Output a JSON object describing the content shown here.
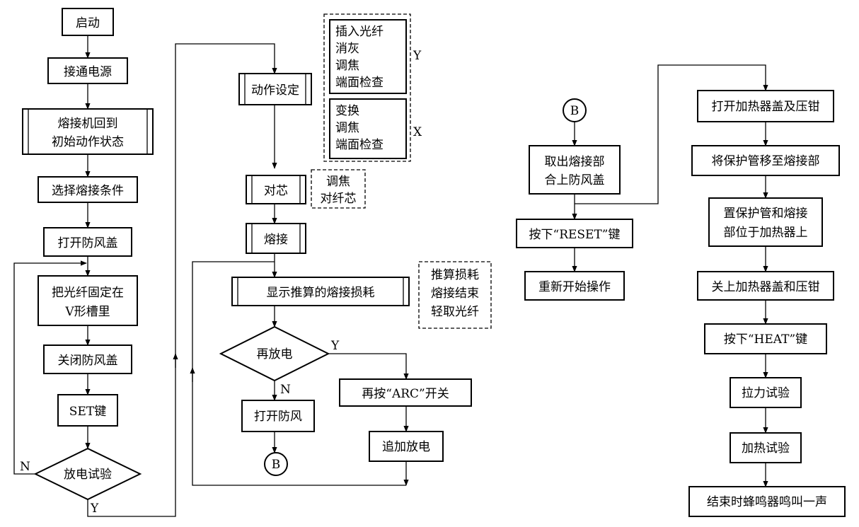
{
  "col1": {
    "start": "启动",
    "power_on": "接通电源",
    "reset_state": [
      "熔接机回到",
      "初始动作状态"
    ],
    "select_condition": "选择熔接条件",
    "open_cover": "打开防风盖",
    "fix_fiber": [
      "把光纤固定在",
      "V形槽里"
    ],
    "close_cover": "关闭防风盖",
    "set_key": "SET键",
    "test_discharge": "放电试验",
    "label_n": "N",
    "label_y": "Y"
  },
  "col2": {
    "action_setting": "动作设定",
    "y_group": [
      "插入光纤",
      "消灰",
      "调焦",
      "端面检查"
    ],
    "label_y": "Y",
    "x_group": [
      "变换",
      "调焦",
      "端面检查"
    ],
    "label_x": "X",
    "align": "对芯",
    "align_note": [
      "调焦",
      "对纤芯"
    ],
    "splice": "熔接",
    "show_loss": "显示推算的熔接损耗",
    "loss_note": [
      "推算损耗",
      "熔接结束",
      "轻取光纤"
    ],
    "redischarge": "再放电",
    "label_y2": "Y",
    "label_n2": "N",
    "open_wind": "打开防风",
    "connector_b": "B",
    "press_arc": "再按“ARC”开关",
    "extra_discharge": "追加放电"
  },
  "col3": {
    "connector_b": "B",
    "take_out": [
      "取出熔接部",
      "合上防风盖"
    ],
    "press_reset": "按下“RESET”键",
    "restart": "重新开始操作"
  },
  "col4": {
    "open_heater": "打开加热器盖及压钳",
    "move_sleeve": "将保护管移至熔接部",
    "place_sleeve": [
      "置保护管和熔接",
      "部位于加热器上"
    ],
    "close_heater": "关上加热器盖和压钳",
    "press_heat": "按下“HEAT”键",
    "tension_test": "拉力试验",
    "heat_test": "加热试验",
    "buzzer": "结束时蜂鸣器鸣叫一声"
  }
}
